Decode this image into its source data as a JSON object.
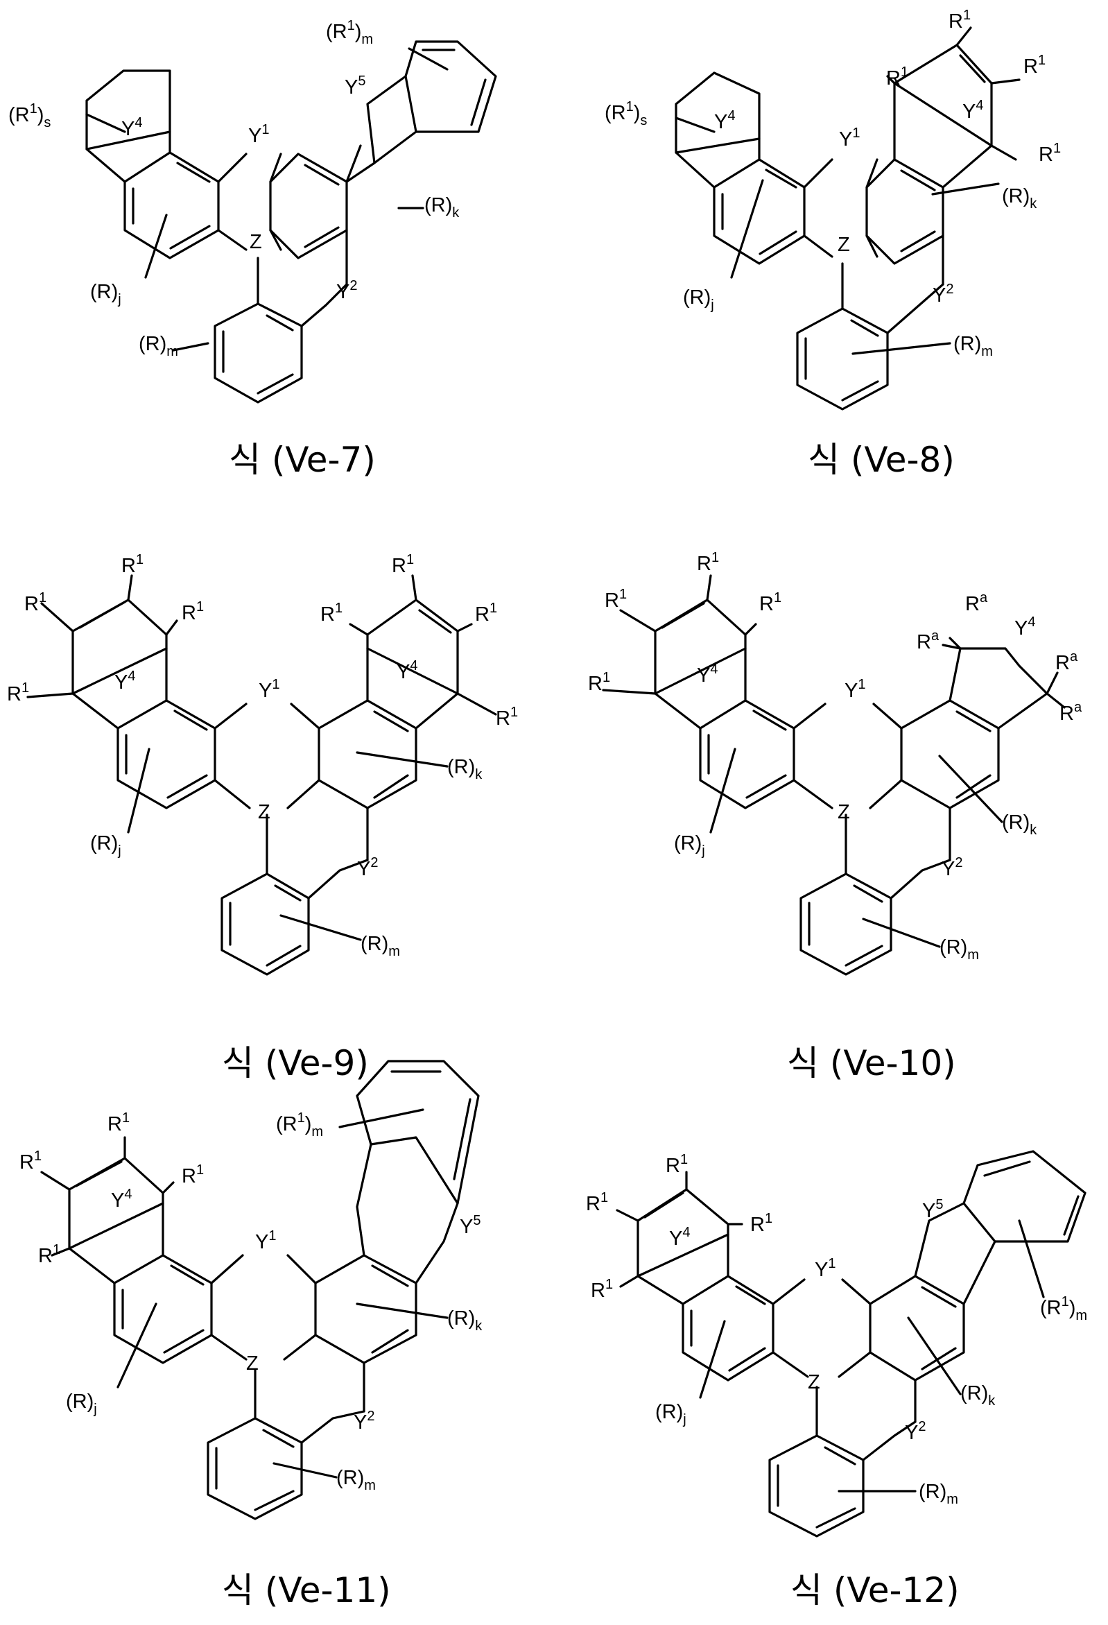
{
  "structures": [
    {
      "id": "ve7",
      "caption": "식 (Ve-7)"
    },
    {
      "id": "ve8",
      "caption": "식 (Ve-8)"
    },
    {
      "id": "ve9",
      "caption": "식 (Ve-9)"
    },
    {
      "id": "ve10",
      "caption": "식 (Ve-10)"
    },
    {
      "id": "ve11",
      "caption": "식 (Ve-11)"
    },
    {
      "id": "ve12",
      "caption": "식 (Ve-12)"
    }
  ],
  "labels": {
    "R": "(R)",
    "R1_paren": "(R",
    "R1_close": ")",
    "R1": "R",
    "Ra": "R",
    "Y1": "Y",
    "Y2": "Y",
    "Y4": "Y",
    "Y5": "Y",
    "Z": "Z",
    "sup1": "1",
    "sup2": "2",
    "sup4": "4",
    "sup5": "5",
    "supa": "a",
    "sub_j": "j",
    "sub_k": "k",
    "sub_m": "m",
    "sub_s": "s"
  }
}
